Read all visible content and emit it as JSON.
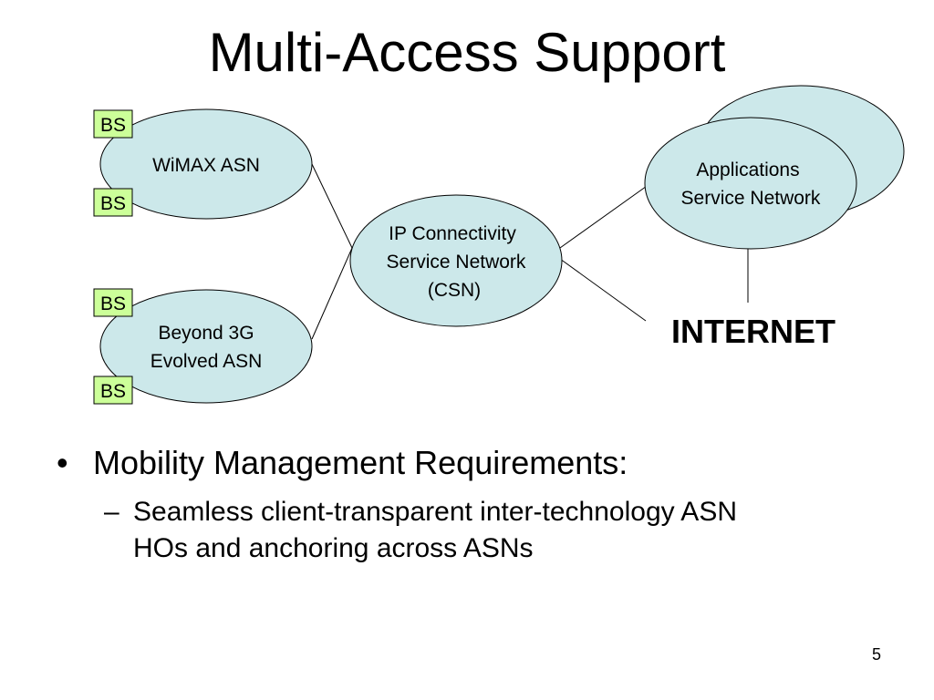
{
  "slide": {
    "title": "Multi-Access Support",
    "page_number": "5"
  },
  "diagram": {
    "nodes": {
      "wimax_asn": "WiMAX ASN",
      "beyond3g_asn": [
        "Beyond 3G",
        "Evolved ASN"
      ],
      "csn": [
        "IP Connectivity",
        "Service Network",
        "(CSN)"
      ],
      "asp": [
        "Applications",
        "Service Network"
      ],
      "internet": "INTERNET"
    },
    "bs_label": "BS",
    "colors": {
      "node_fill": "#cce8ea",
      "bs_fill": "#ccff99",
      "stroke": "#000000"
    }
  },
  "bullets": [
    {
      "text": "Mobility Management Requirements:",
      "sub": [
        {
          "text": [
            "Seamless client-transparent inter-technology ASN",
            "HOs and anchoring across ASNs"
          ]
        }
      ]
    }
  ]
}
